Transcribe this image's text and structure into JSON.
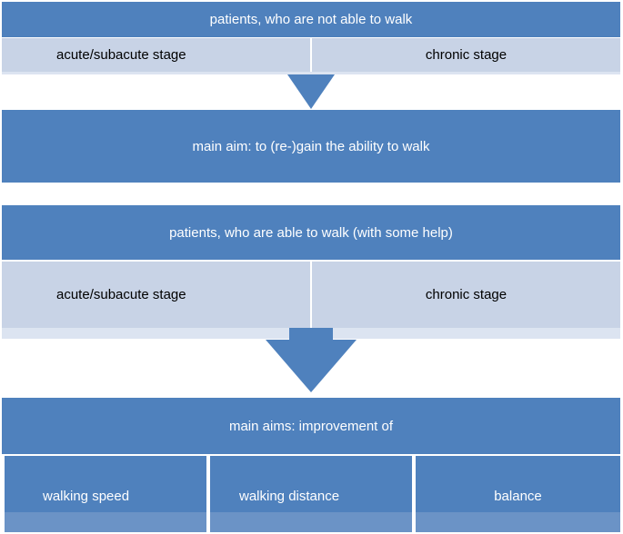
{
  "section1": {
    "header": "patients, who are not able to walk",
    "stages": [
      "acute/subacute stage",
      "chronic stage"
    ],
    "aim": "main aim: to (re-)gain the ability to walk"
  },
  "section2": {
    "header": "patients, who are able to walk (with some help)",
    "stages": [
      "acute/subacute stage",
      "chronic stage"
    ]
  },
  "section3": {
    "header": "main aims: improvement of",
    "items": [
      "walking speed",
      "walking distance",
      "balance"
    ]
  },
  "colors": {
    "dark_blue": "#4f81bd",
    "light_blue": "#c8d3e6"
  }
}
